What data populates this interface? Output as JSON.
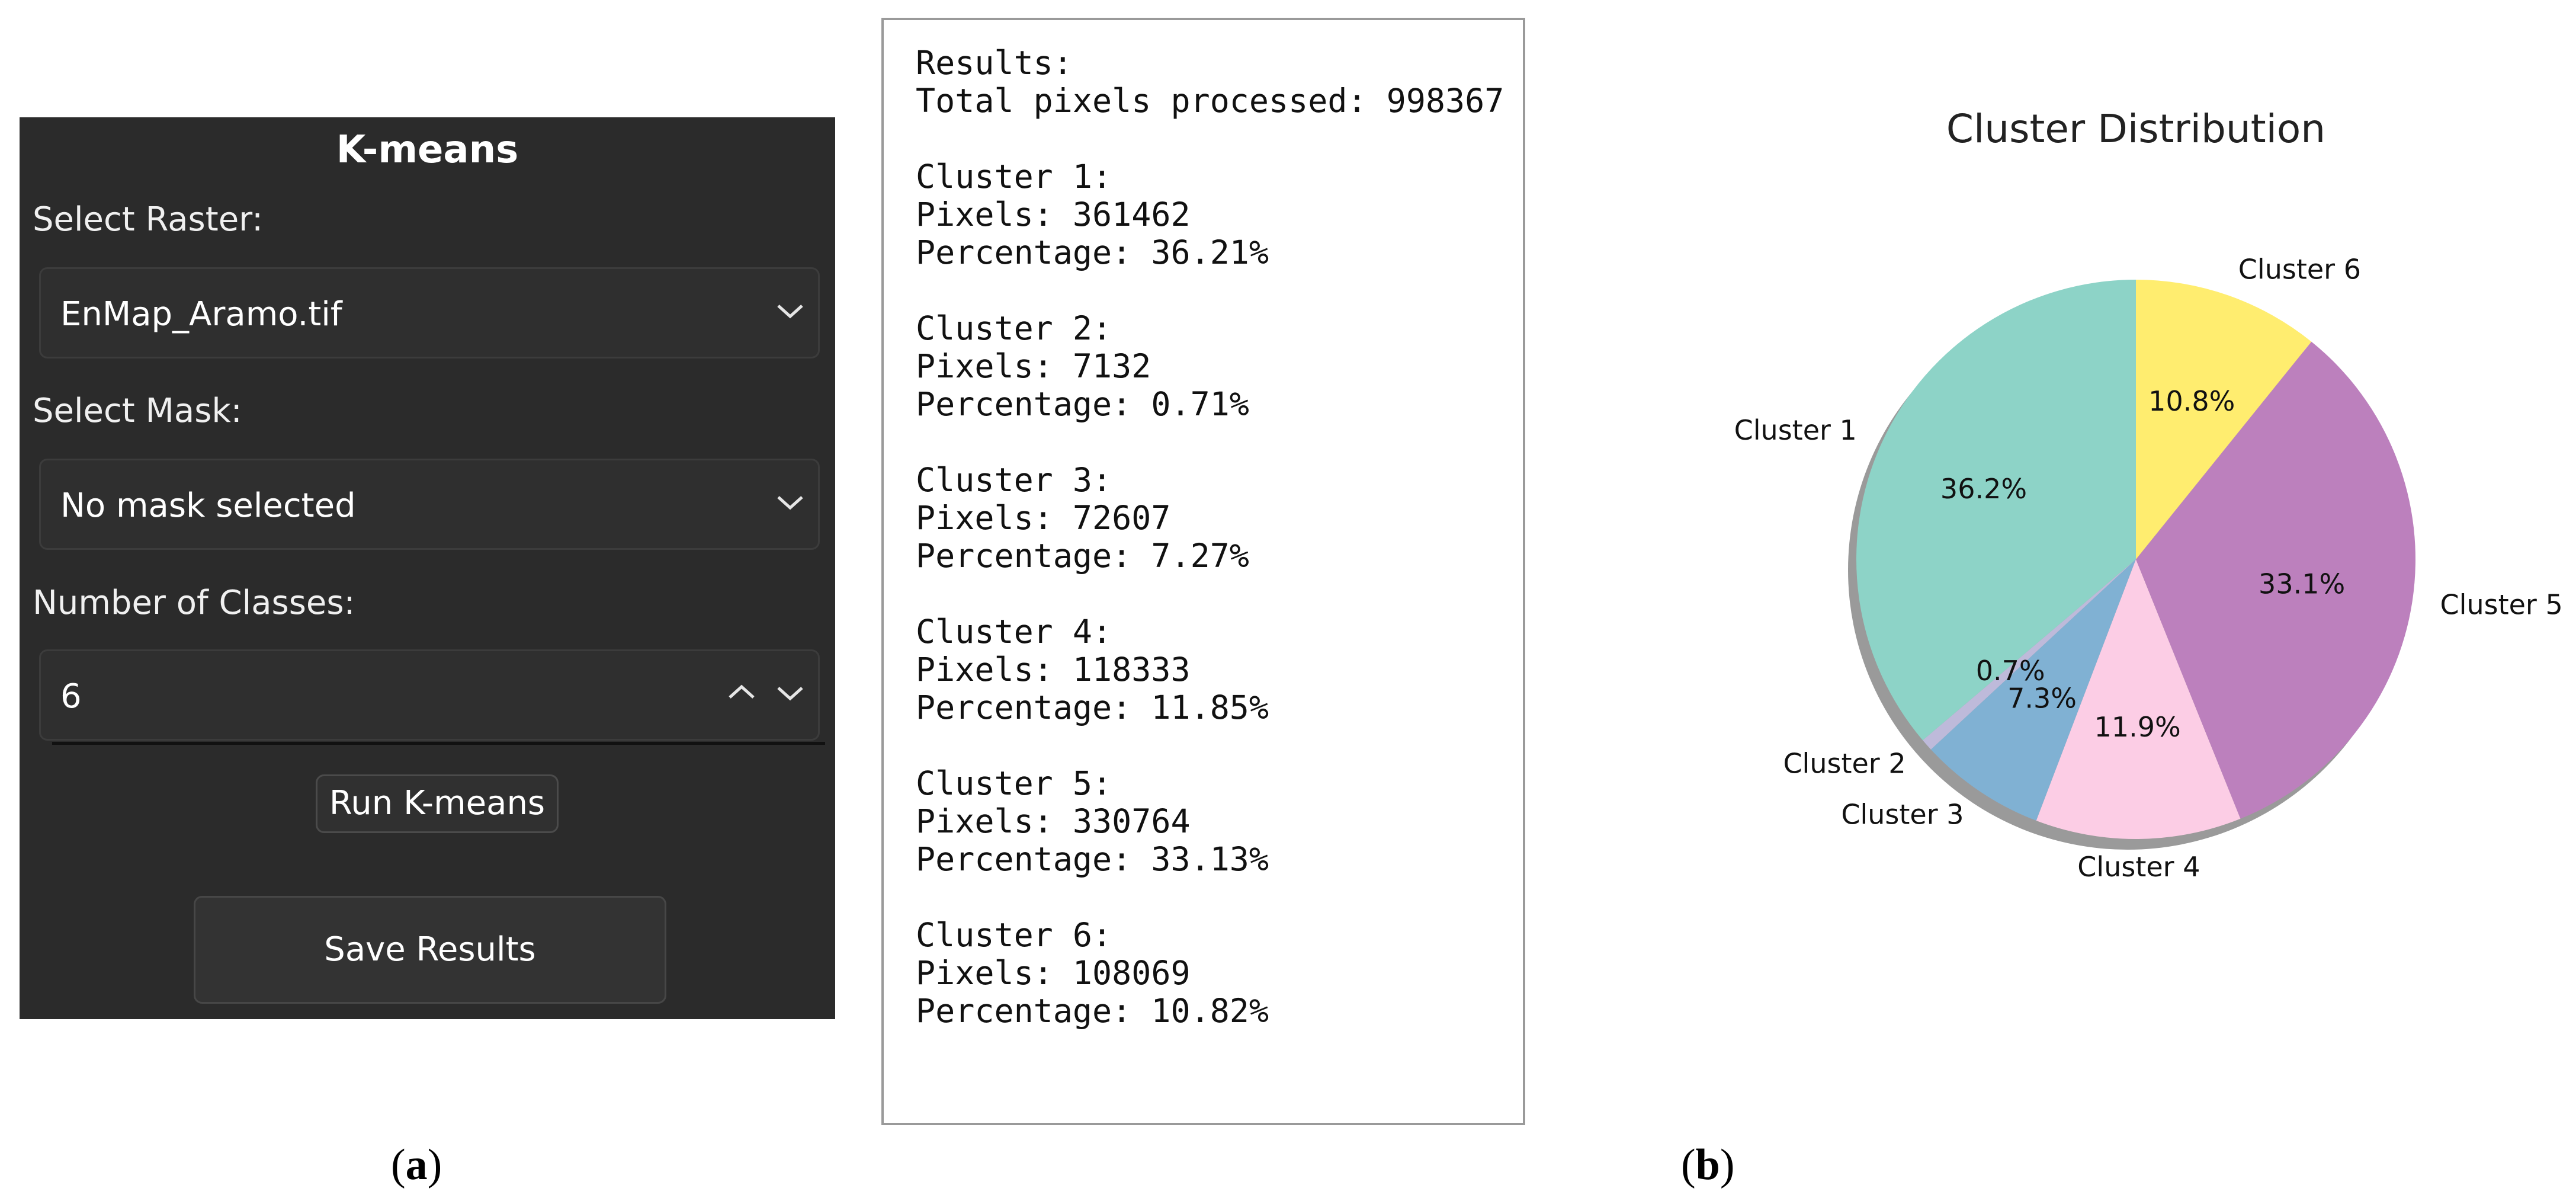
{
  "panel": {
    "title": "K-means",
    "select_raster_label": "Select Raster:",
    "raster_value": "EnMap_Aramo.tif",
    "select_mask_label": "Select Mask:",
    "mask_value": "No mask selected",
    "classes_label": "Number of Classes:",
    "classes_value": "6",
    "run_button": "Run K-means",
    "save_button": "Save Results",
    "colors": {
      "background": "#2b2b2b",
      "text": "#f2f2f2"
    }
  },
  "results": {
    "lines": [
      "Results:",
      "Total pixels processed: 998367",
      "",
      "Cluster 1:",
      "Pixels: 361462",
      "Percentage: 36.21%",
      "",
      "Cluster 2:",
      "Pixels: 7132",
      "Percentage: 0.71%",
      "",
      "Cluster 3:",
      "Pixels: 72607",
      "Percentage: 7.27%",
      "",
      "Cluster 4:",
      "Pixels: 118333",
      "Percentage: 11.85%",
      "",
      "Cluster 5:",
      "Pixels: 330764",
      "Percentage: 33.13%",
      "",
      "Cluster 6:",
      "Pixels: 108069",
      "Percentage: 10.82%"
    ]
  },
  "chart_data": {
    "type": "pie",
    "title": "Cluster Distribution",
    "categories": [
      "Cluster 1",
      "Cluster 2",
      "Cluster 3",
      "Cluster 4",
      "Cluster 5",
      "Cluster 6"
    ],
    "values": [
      36.2,
      0.7,
      7.3,
      11.9,
      33.1,
      10.8
    ],
    "value_labels": [
      "36.2%",
      "0.7%",
      "7.3%",
      "11.9%",
      "33.1%",
      "10.8%"
    ],
    "colors": [
      "#8dd3c7",
      "#bebada",
      "#80b1d3",
      "#fccde5",
      "#bc80bd",
      "#ffed6f"
    ],
    "start_angle": 90,
    "direction": "counterclockwise",
    "shadow": true,
    "legend": "none"
  },
  "captions": {
    "a": "a",
    "b": "b"
  }
}
